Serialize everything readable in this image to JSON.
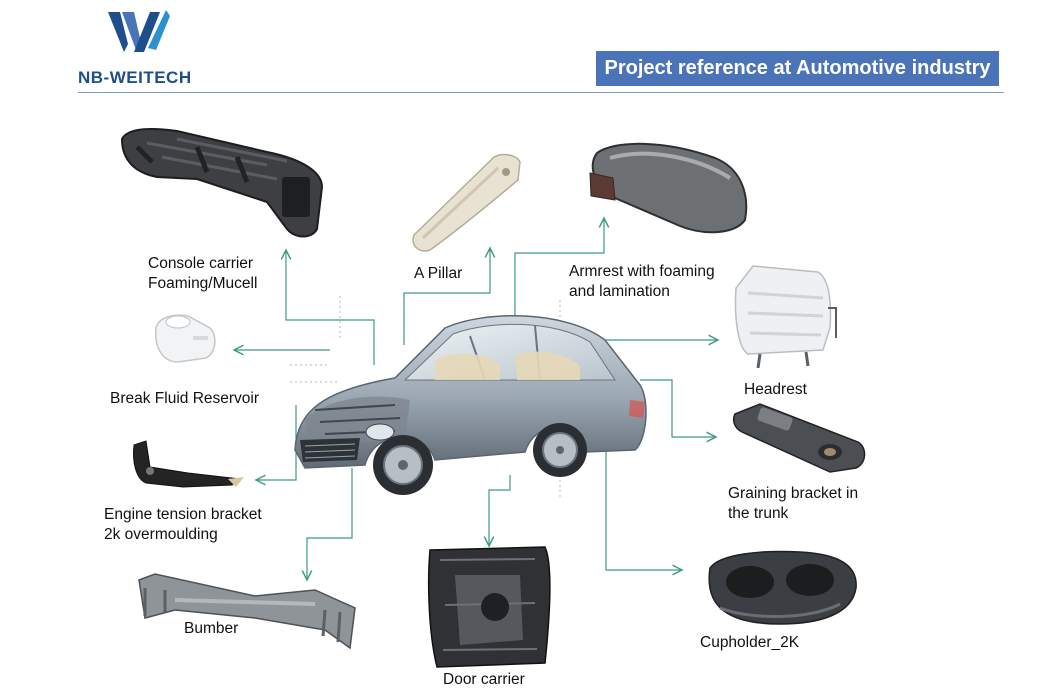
{
  "header": {
    "logo_text": "NB-WEITECH",
    "banner": "Project reference at Automotive industry"
  },
  "parts": {
    "console": {
      "line1": "Console carrier",
      "line2": "Foaming/Mucell"
    },
    "apillar": {
      "line1": "A Pillar"
    },
    "armrest": {
      "line1": "Armrest with foaming",
      "line2": "and lamination"
    },
    "reservoir": {
      "line1": "Break Fluid Reservoir"
    },
    "headrest": {
      "line1": "Headrest"
    },
    "engine": {
      "line1": "Engine tension bracket",
      "line2": "2k overmoulding"
    },
    "graining": {
      "line1": "Graining bracket in",
      "line2": "the trunk"
    },
    "bumber": {
      "line1": "Bumber"
    },
    "doorcarrier": {
      "line1": "Door carrier"
    },
    "cupholder": {
      "line1": "Cupholder_2K"
    }
  },
  "colors": {
    "accent": "#4a73b8",
    "connector": "#3f9a82",
    "brand": "#1f4e8c"
  }
}
